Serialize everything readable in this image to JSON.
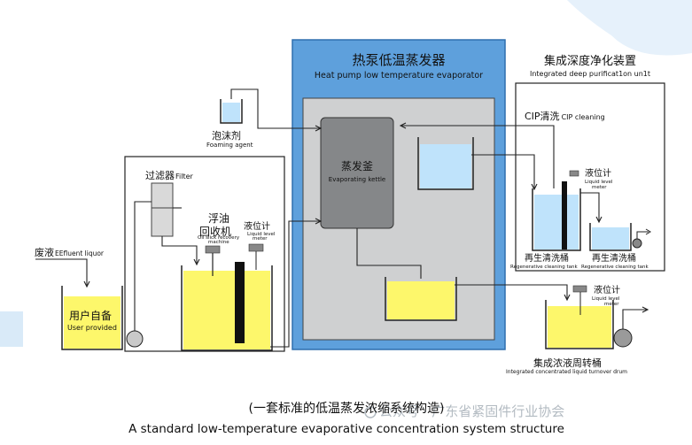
{
  "evaporator": {
    "title_cn": "热泵低温蒸发器",
    "title_en": "Heat pump low temperature evaporator",
    "kettle_cn": "蒸发釜",
    "kettle_en": "Evaporating kettle"
  },
  "purification": {
    "title_cn": "集成深度净化装置",
    "title_en": "Integrated deep purificat1on un1t",
    "cip_cn": "CIP清洗",
    "cip_en": "CIP cleaning",
    "level_cn": "液位计",
    "level_en_1": "Liquid level",
    "level_en_2": "meter",
    "regen_tank1_cn": "再生清洗桶",
    "regen_tank1_en": "Regenerative cleaning tank",
    "regen_tank2_cn": "再生清洗桶",
    "regen_tank2_en": "Regenerative cleaning tank"
  },
  "foaming": {
    "cn": "泡沫剂",
    "en": "Foaming agent"
  },
  "filter": {
    "cn": "过滤器",
    "en": "Filter"
  },
  "oil_recovery": {
    "cn_1": "浮油",
    "cn_2": "回收机",
    "en_1": "Oil slick recovery",
    "en_2": "machine"
  },
  "left_level": {
    "cn": "液位计",
    "en_1": "Liquid level",
    "en_2": "meter"
  },
  "waste": {
    "cn": "废液",
    "en": "EEfluent liquor"
  },
  "user_tank": {
    "cn": "用户自备",
    "en": "User provided"
  },
  "turnover": {
    "level_cn": "液位计",
    "level_en_1": "Liquid level",
    "level_en_2": "meter",
    "drum_cn": "集成浓液周转桶",
    "drum_en": "Integrated concentrated liquid turnover drum"
  },
  "watermark": {
    "text": "公众号 · 广东省紧固件行业协会"
  },
  "caption": {
    "cn": "(一套标准的低温蒸发浓缩系统构造)",
    "en": "A standard low-temperature evaporative concentration system structure"
  },
  "colors": {
    "evaporator_blue": "#5ea0dc",
    "inner_grey": "#cfd0d1",
    "kettle_grey": "#858789",
    "water_blue": "#bfe3fb",
    "liquid_yellow": "#fdf76b"
  }
}
